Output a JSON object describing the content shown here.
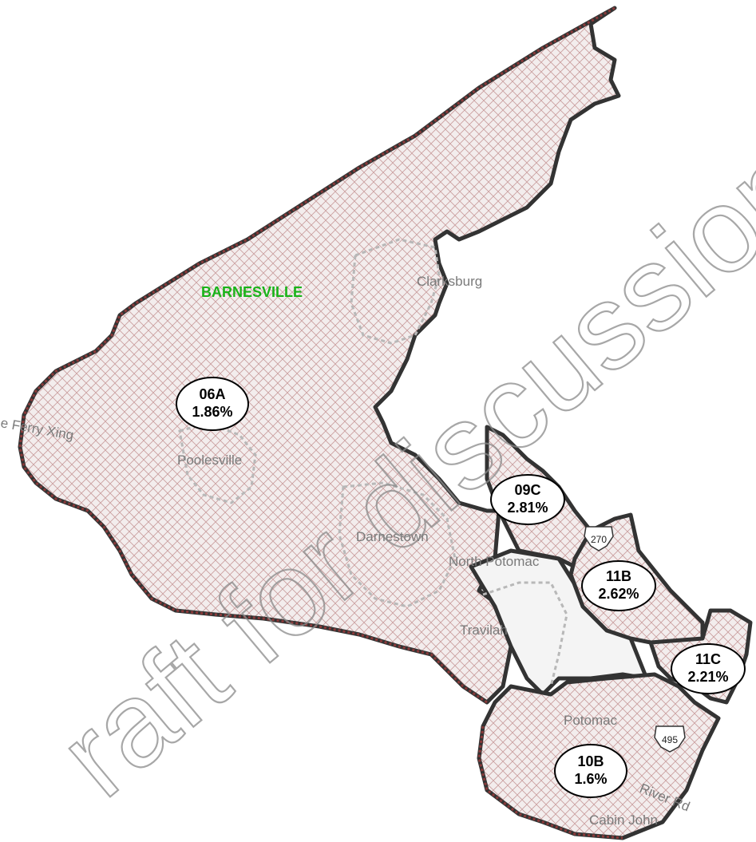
{
  "places": {
    "barnesville": "BARNESVILLE",
    "clarksburg": "Clarksburg",
    "ferry": "e Ferry Xing",
    "poolesville": "Poolesville",
    "darnestown": "Darnestown",
    "north_potomac": "North Potomac",
    "travilah": "Travilah",
    "potomac": "Potomac",
    "river_rd": "River Rd",
    "cabin_john": "Cabin John"
  },
  "highways": {
    "i270": "270",
    "i495": "495"
  },
  "zones": [
    {
      "code": "06A",
      "pct": "1.86%"
    },
    {
      "code": "09C",
      "pct": "2.81%"
    },
    {
      "code": "11B",
      "pct": "2.62%"
    },
    {
      "code": "11C",
      "pct": "2.21%"
    },
    {
      "code": "10B",
      "pct": "1.6%"
    }
  ],
  "watermark": "raft for discussion purp",
  "colors": {
    "hatch": "#c79a9a",
    "boundary": "#333333",
    "dotted": "#8b3a3a",
    "fill": "#f1e9e9",
    "green_label": "#19b319"
  }
}
